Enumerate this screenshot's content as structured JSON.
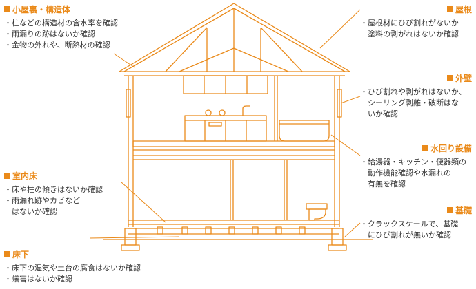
{
  "accent": "#ea8a1a",
  "labels": {
    "attic": {
      "title": "小屋裏・構造体",
      "lines": [
        "・柱などの構造材の含水率を確認",
        "・雨漏りの跡はないか確認",
        "・金物の外れや、断熱材の確認"
      ]
    },
    "floor": {
      "title": "室内床",
      "lines": [
        "・床や柱の傾きはないか確認",
        "・雨漏れ跡やカビなど",
        "　はないか確認"
      ]
    },
    "underfloor": {
      "title": "床下",
      "lines": [
        "・床下の湿気や土台の腐食はないか確認",
        "・蟻害はないか確認"
      ]
    },
    "roof": {
      "title": "屋根",
      "lines": [
        "・屋根材にひび割れがないか",
        "　塗料の剥がれはないか確認"
      ]
    },
    "exterior": {
      "title": "外壁",
      "lines": [
        "・ひび割れや剥がれはないか、",
        "　シーリング剥離・破断はな",
        "　いか確認"
      ]
    },
    "water": {
      "title": "水回り設備",
      "lines": [
        "・給湯器・キッチン・便器類の",
        "　動作機能確認や水漏れの",
        "　有無を確認"
      ]
    },
    "foundation": {
      "title": "基礎",
      "lines": [
        "・クラックスケールで、基礎",
        "　にひび割れが無いか確認"
      ]
    }
  }
}
